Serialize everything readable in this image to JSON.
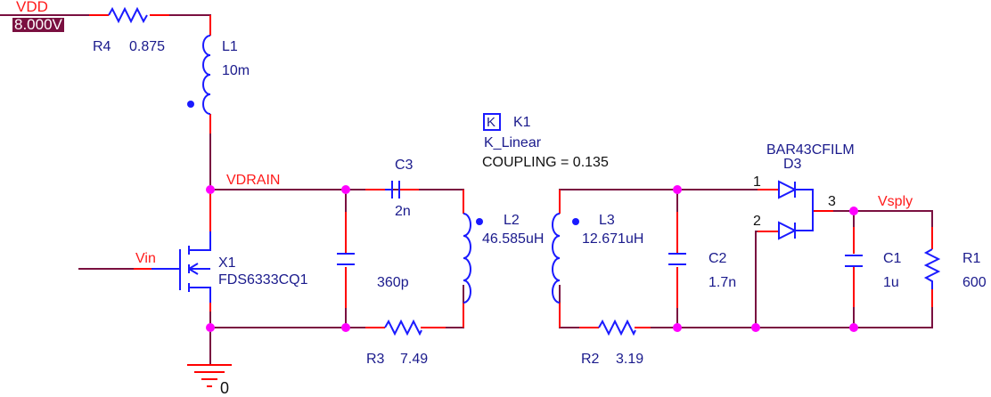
{
  "schematic": {
    "colors": {
      "wire": "#7a1040",
      "pin": "#ff0000",
      "part": "#1a1aff",
      "junction": "#ff00ff",
      "net_label": "#ff1a1a",
      "part_label": "#1a1a8c"
    },
    "source": {
      "net": "VDD",
      "value": "8.000V"
    },
    "ground": {
      "label": "0"
    },
    "nets": {
      "vdrain": "VDRAIN",
      "vin": "Vin",
      "vsply": "Vsply"
    },
    "parts": {
      "R4": {
        "ref": "R4",
        "value": "0.875"
      },
      "L1": {
        "ref": "L1",
        "value": "10m"
      },
      "X1": {
        "ref": "X1",
        "value": "FDS6333CQ1"
      },
      "C3": {
        "ref": "C3",
        "value": "2n"
      },
      "C4": {
        "value": "360p"
      },
      "R3": {
        "ref": "R3",
        "value": "7.49"
      },
      "L2": {
        "ref": "L2",
        "value": "46.585uH"
      },
      "L3": {
        "ref": "L3",
        "value": "12.671uH"
      },
      "K1": {
        "icon": "K",
        "ref": "K1",
        "model": "K_Linear",
        "coupling": "COUPLING = 0.135"
      },
      "R2": {
        "ref": "R2",
        "value": "3.19"
      },
      "C2": {
        "ref": "C2",
        "value": "1.7n"
      },
      "D3": {
        "ref": "D3",
        "model": "BAR43CFILM",
        "pin1": "1",
        "pin2": "2",
        "pin3": "3"
      },
      "C1": {
        "ref": "C1",
        "value": "1u"
      },
      "R1": {
        "ref": "R1",
        "value": "600"
      }
    }
  }
}
